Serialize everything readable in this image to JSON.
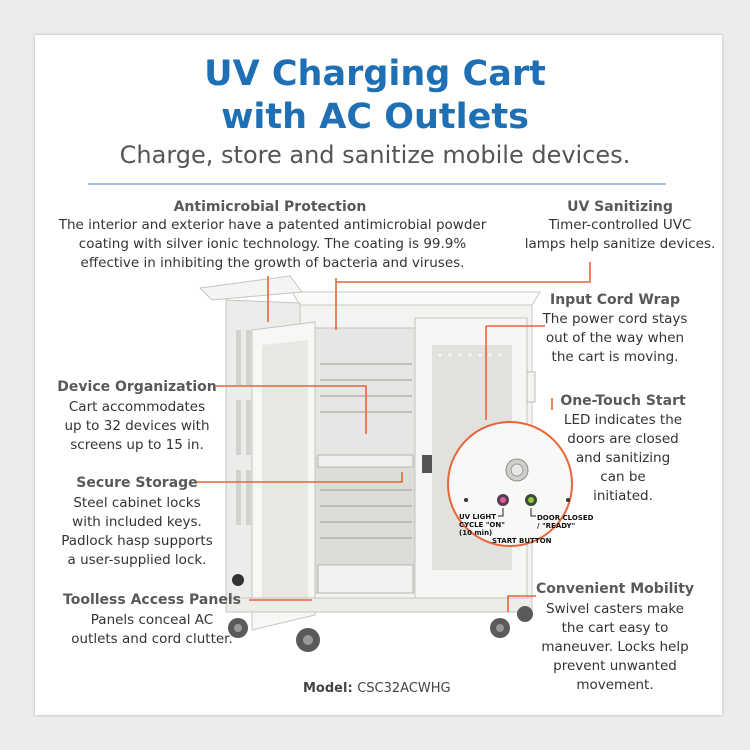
{
  "header": {
    "title_line1": "UV Charging Cart",
    "title_line2": "with AC Outlets",
    "subtitle": "Charge, store and sanitize mobile devices."
  },
  "features": {
    "antimicrobial": {
      "heading": "Antimicrobial Protection",
      "lines": [
        "The interior and exterior have a patented antimicrobial powder",
        "coating with silver ionic technology. The coating is 99.9%",
        "effective in inhibiting the growth of bacteria and viruses."
      ]
    },
    "uv": {
      "heading": "UV Sanitizing",
      "lines": [
        "Timer-controlled UVC",
        "lamps help sanitize devices."
      ]
    },
    "cord": {
      "heading": "Input Cord Wrap",
      "lines": [
        "The power cord stays",
        "out of the way when",
        "the cart is moving."
      ]
    },
    "touch": {
      "heading": "One-Touch Start",
      "lines": [
        "LED indicates the",
        "doors are closed",
        "and sanitizing",
        "can be",
        "initiated."
      ]
    },
    "organization": {
      "heading": "Device Organization",
      "lines": [
        "Cart accommodates",
        "up to 32 devices with",
        "screens up to 15 in."
      ]
    },
    "storage": {
      "heading": "Secure Storage",
      "lines": [
        "Steel cabinet locks",
        "with included keys.",
        "Padlock hasp supports",
        "a user-supplied lock."
      ]
    },
    "panels": {
      "heading": "Toolless Access Panels",
      "lines": [
        "Panels conceal AC",
        "outlets and cord clutter."
      ]
    },
    "mobility": {
      "heading": "Convenient Mobility",
      "lines": [
        "Swivel casters make",
        "the cart easy to",
        "maneuver. Locks help",
        "prevent unwanted",
        "movement."
      ]
    }
  },
  "inset": {
    "label_uv": "UV LIGHT",
    "label_cycle": "CYCLE \"ON\"",
    "label_min": "(10 min)",
    "label_door": "DOOR CLOSED",
    "label_ready": "/ \"READY\"",
    "label_start": "START BUTTON"
  },
  "model": {
    "label": "Model:",
    "value": "CSC32ACWHG"
  },
  "colors": {
    "title": "#1f6fb5",
    "callout": "#e8643a",
    "divider": "#a9bfe0"
  }
}
